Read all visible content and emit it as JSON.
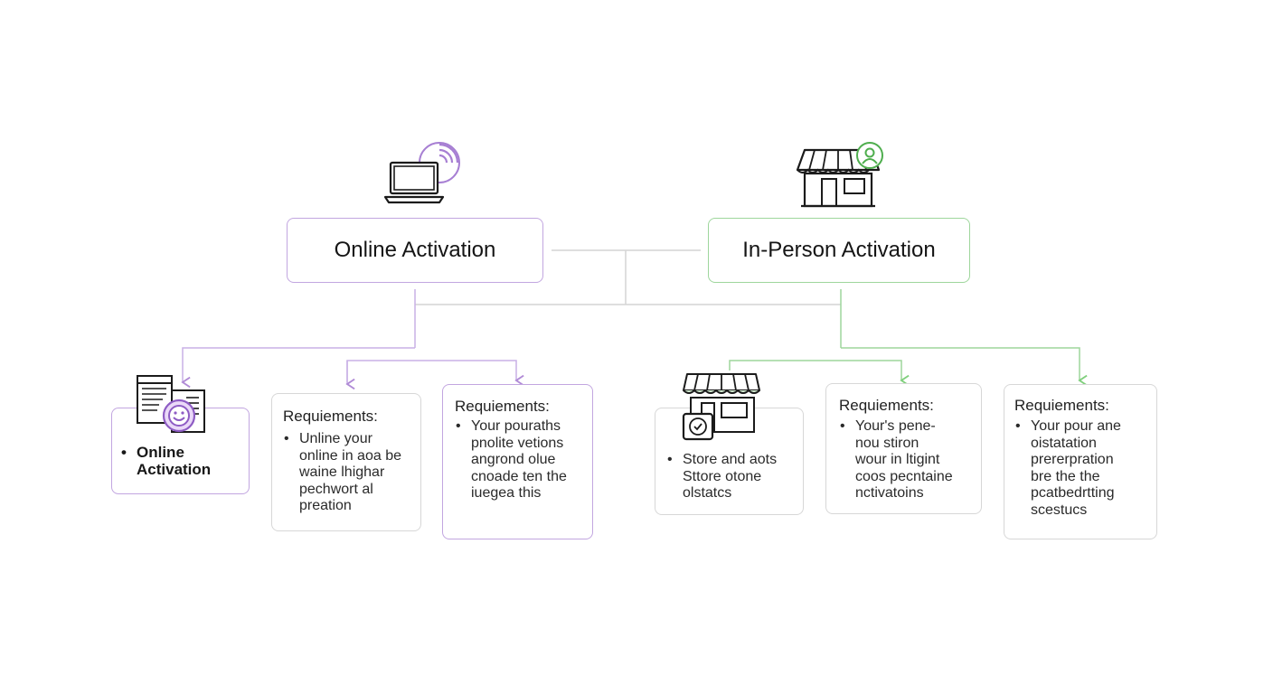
{
  "online": {
    "title": "Online Activation",
    "accent": "#b08ad6",
    "card_main": {
      "bullet_lines": [
        "Online",
        "Activation"
      ]
    },
    "card_req1": {
      "title": "Requiements:",
      "bullet_lines": [
        "Unline your",
        "online in aoa be",
        "waine lhighar",
        "pechwort al",
        "preation"
      ]
    },
    "card_req2": {
      "title": "Requiements:",
      "bullet_lines": [
        "Your pouraths",
        "pnolite vetions",
        "angrond olue",
        "cnoade ten the",
        "iuegea this"
      ]
    }
  },
  "in_person": {
    "title": "In-Person Activation",
    "accent": "#7fcf7c",
    "card_main": {
      "bullet_lines": [
        "Store and aots",
        "Sttore otone",
        "olstatcs"
      ]
    },
    "card_req1": {
      "title": "Requiements:",
      "bullet_lines": [
        "Your's pene-",
        "nou stiron",
        "wour in ltigint",
        "coos pecntaine",
        "nctivatoins"
      ]
    },
    "card_req2": {
      "title": "Requiements:",
      "bullet_lines": [
        "Your pour ane",
        "oistatation",
        "prererpration",
        "bre the the",
        "pcatbedrtting",
        "scestucs"
      ]
    }
  },
  "icons": [
    "laptop-signal-icon",
    "storefront-person-icon",
    "documents-smile-icon",
    "storefront-badge-icon"
  ],
  "colors": {
    "purple": "#b08ad6",
    "green": "#7fcf7c",
    "neutral_border": "#d7d7d7",
    "connector_gray": "#d4d4d4"
  }
}
